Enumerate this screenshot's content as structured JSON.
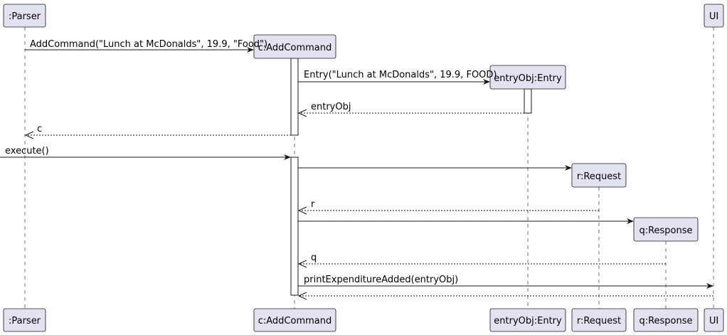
{
  "participants": [
    {
      "id": "parser",
      "label": ":Parser"
    },
    {
      "id": "addcmd",
      "label": "c:AddCommand"
    },
    {
      "id": "entry",
      "label": "entryObj:Entry"
    },
    {
      "id": "request",
      "label": "r:Request"
    },
    {
      "id": "response",
      "label": "q:Response"
    },
    {
      "id": "ui",
      "label": "UI"
    }
  ],
  "messages": [
    {
      "id": "m1",
      "from": "parser",
      "to": "addcmd",
      "label": "AddCommand(\"Lunch at McDonalds\", 19.9, \"Food\")",
      "type": "create"
    },
    {
      "id": "m2",
      "from": "addcmd",
      "to": "entry",
      "label": "Entry(\"Lunch at McDonalds\", 19.9, FOOD)",
      "type": "create"
    },
    {
      "id": "m3",
      "from": "entry",
      "to": "addcmd",
      "label": "entryObj",
      "type": "return"
    },
    {
      "id": "m4",
      "from": "addcmd",
      "to": "parser",
      "label": "c",
      "type": "return"
    },
    {
      "id": "m5",
      "from": "external",
      "to": "addcmd",
      "label": "execute()",
      "type": "call"
    },
    {
      "id": "m6",
      "from": "addcmd",
      "to": "request",
      "label": "",
      "type": "create"
    },
    {
      "id": "m7",
      "from": "request",
      "to": "addcmd",
      "label": "r",
      "type": "return"
    },
    {
      "id": "m8",
      "from": "addcmd",
      "to": "response",
      "label": "",
      "type": "create"
    },
    {
      "id": "m9",
      "from": "response",
      "to": "addcmd",
      "label": "q",
      "type": "return"
    },
    {
      "id": "m10",
      "from": "addcmd",
      "to": "ui",
      "label": "printExpenditureAdded(entryObj)",
      "type": "call"
    },
    {
      "id": "m11",
      "from": "ui",
      "to": "addcmd",
      "label": "",
      "type": "return"
    }
  ]
}
